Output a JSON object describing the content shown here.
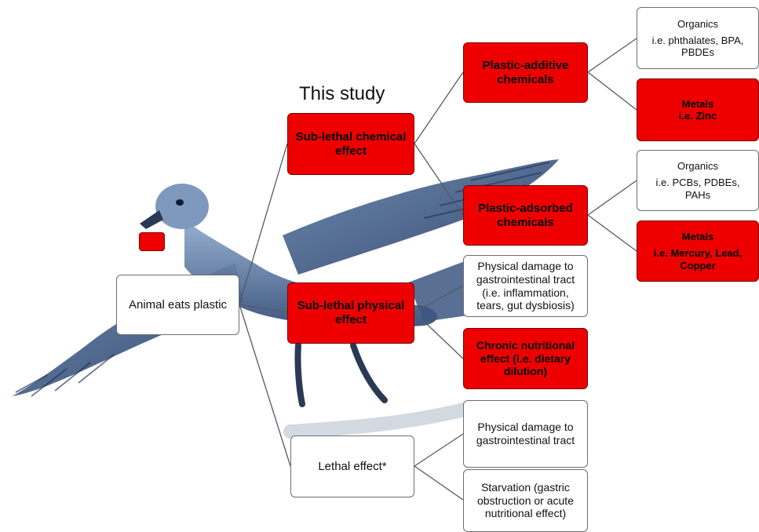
{
  "title": "This study",
  "nodes": {
    "animal_eats_plastic": "Animal eats plastic",
    "sublethal_chemical": "Sub-lethal chemical effect",
    "sublethal_physical": "Sub-lethal physical effect",
    "lethal": "Lethal effect*",
    "plastic_additive": "Plastic-additive chemicals",
    "plastic_adsorbed": "Plastic-adsorbed chemicals",
    "additive_organics": {
      "title": "Organics",
      "detail": "i.e. phthalates, BPA, PBDEs"
    },
    "additive_metals": {
      "title": "Metals",
      "detail": "i.e. Zinc"
    },
    "adsorbed_organics": {
      "title": "Organics",
      "detail": "i.e. PCBs, PDBEs, PAHs"
    },
    "adsorbed_metals": {
      "title": "Metals",
      "detail": "i.e. Mercury, Lead, Copper"
    },
    "physical_damage_sublethal": "Physical damage to gastrointestinal tract (i.e. inflammation, tears, gut dysbiosis)",
    "chronic_nutritional": "Chronic nutritional effect (i.e. dietary dilution)",
    "physical_damage_lethal": "Physical damage to gastrointestinal tract",
    "starvation": "Starvation (gastric obstruction or acute nutritional effect)"
  },
  "colors": {
    "highlight": "#ee0000",
    "neutral": "#ffffff",
    "connector": "#555a66"
  },
  "illustration": "seabird-with-plastic"
}
